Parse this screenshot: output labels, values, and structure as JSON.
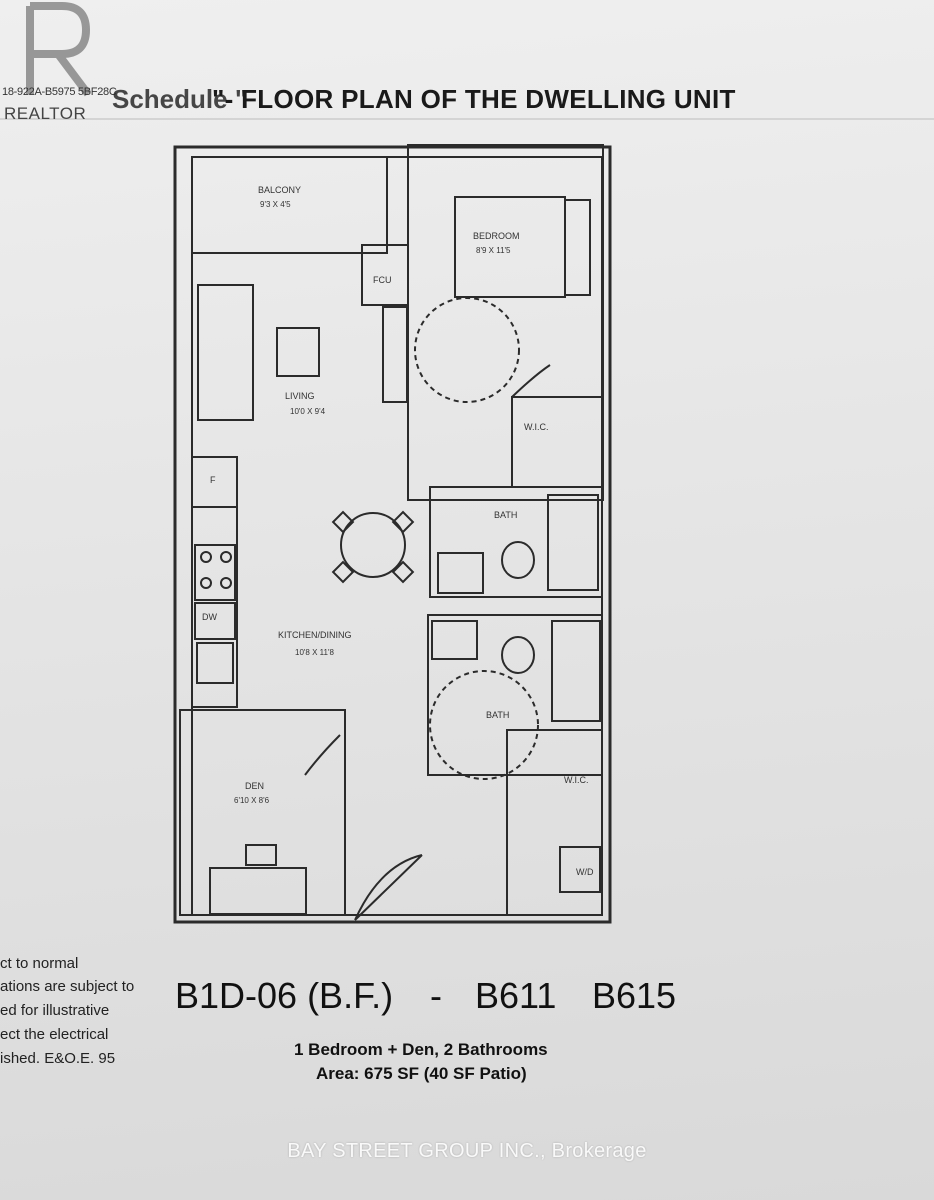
{
  "watermark": {
    "listing_code": "18-922A-B5975 5BF28C",
    "word": "REALTOR"
  },
  "header": {
    "title_fragment": "Schedule \"",
    "title": "\"- FLOOR PLAN OF THE DWELLING UNIT"
  },
  "rooms": {
    "balcony": {
      "label": "BALCONY",
      "dim": "9'3 X 4'5"
    },
    "bedroom": {
      "label": "BEDROOM",
      "dim": "8'9 X 11'5"
    },
    "fcu": {
      "label": "FCU"
    },
    "living": {
      "label": "LIVING",
      "dim": "10'0 X 9'4"
    },
    "wic1": {
      "label": "W.I.C."
    },
    "bath1": {
      "label": "BATH"
    },
    "fridge": {
      "label": "F"
    },
    "dw": {
      "label": "DW"
    },
    "kitchen": {
      "label": "KITCHEN/DINING",
      "dim": "10'8 X 11'8"
    },
    "bath2": {
      "label": "BATH"
    },
    "den": {
      "label": "DEN",
      "dim": "6'10 X 8'6"
    },
    "wic2": {
      "label": "W.I.C."
    },
    "wd": {
      "label": "W/D"
    }
  },
  "side_notes": [
    "ct to normal",
    "ations are subject to",
    "ed for illustrative",
    "ect the electrical",
    "ished. E&O.E. 95"
  ],
  "unit": {
    "code": "B1D-06 (B.F.)",
    "dash": "-",
    "unit_a": "B611",
    "unit_b": "B615",
    "description": "1 Bedroom + Den, 2 Bathrooms",
    "area": "Area: 675 SF (40 SF Patio)"
  },
  "footer": {
    "brokerage": "BAY STREET GROUP INC., Brokerage"
  }
}
